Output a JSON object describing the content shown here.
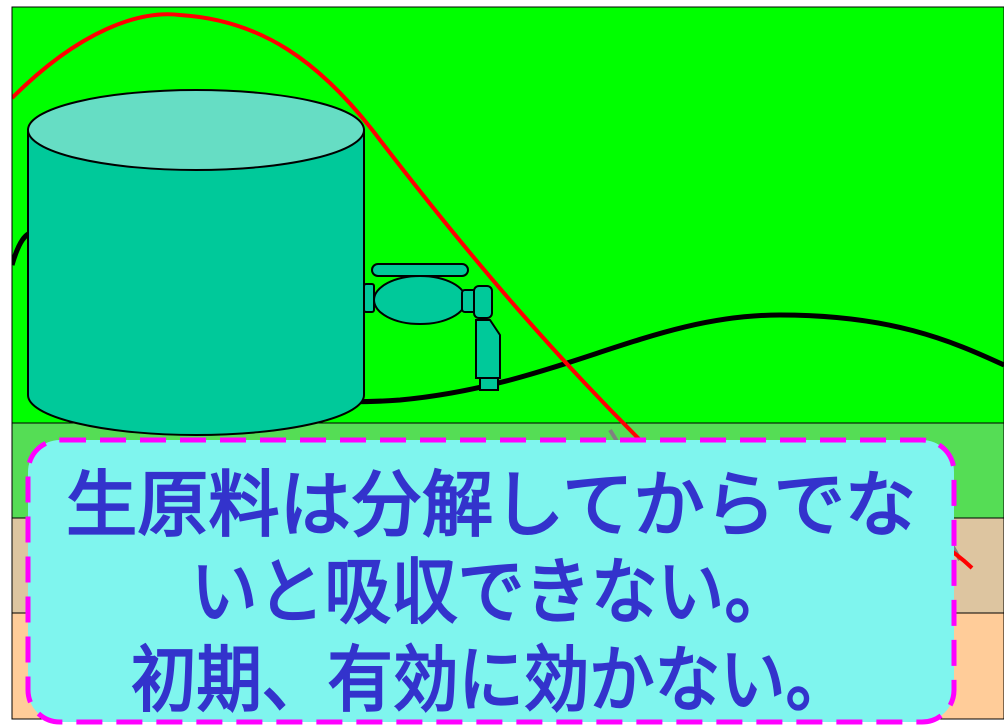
{
  "colors": {
    "background": "#ffffff",
    "frame_border": "#000000",
    "sky": "#00ff00",
    "ground_band_1": "#55dd55",
    "ground_band_2": "#ddc5a0",
    "ground_band_3": "#ffcc99",
    "tank_body": "#00c99a",
    "tank_top": "#66ddc4",
    "red_curve": "#ff0000",
    "black_curve": "#000000",
    "gray_curves": "#808080",
    "caption_fill": "#7ff5ee",
    "caption_border": "#ff00ff",
    "caption_text": "#3333cc"
  },
  "caption": {
    "line1": "生原料は分解してからでな",
    "line2": "いと吸収できない。",
    "line3": "初期、有効に効かない。"
  }
}
